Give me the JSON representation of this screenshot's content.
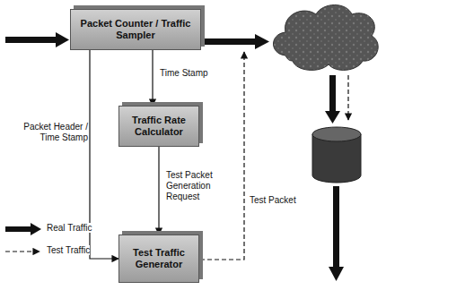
{
  "diagram": {
    "nodes": [
      {
        "text": [
          "Packet Counter / Traffic Sampler"
        ]
      },
      {
        "text": [
          "Traffic Rate Calculator"
        ]
      },
      {
        "text": [
          "Test Traffic Generator"
        ]
      }
    ],
    "edges": [
      {
        "from": 0,
        "to": 1,
        "arrow": "to",
        "label": "Time Stamp"
      },
      {
        "from": 0,
        "to": 2,
        "arrow": "to",
        "label": "Packet Header / Time Stamp"
      },
      {
        "from": 1,
        "to": 2,
        "arrow": "to",
        "label": "Test Packet Generation Request"
      }
    ],
    "labels": [
      "Test Packet"
    ],
    "legend": [
      {
        "text": "Real Traffic"
      },
      {
        "text": "Test Traffic"
      }
    ]
  }
}
